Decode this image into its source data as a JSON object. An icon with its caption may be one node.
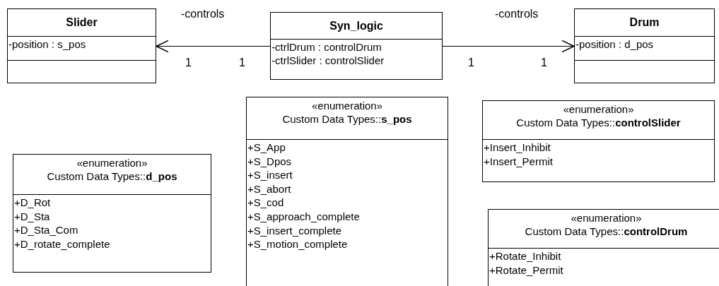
{
  "diagram": {
    "nodes": [
      {
        "text": [
          "Slider",
          "-position : s_pos"
        ]
      },
      {
        "text": [
          "Syn_logic",
          "-ctrlDrum : controlDrum",
          "-ctrlSlider : controlSlider"
        ]
      },
      {
        "text": [
          "Drum",
          "-position : d_pos"
        ]
      },
      {
        "text": [
          "«enumeration»",
          "Custom Data Types::**s_pos**",
          "+S_App",
          "+S_Dpos",
          "+S_insert",
          "+S_abort",
          "+S_cod",
          "+S_approach_complete",
          "+S_insert_complete",
          "+S_motion_complete"
        ]
      },
      {
        "text": [
          "«enumeration»",
          "Custom Data Types::**controlSlider**",
          "+Insert_Inhibit",
          "+Insert_Permit"
        ]
      },
      {
        "text": [
          "«enumeration»",
          "Custom Data Types::**d_pos**",
          "+D_Rot",
          "+D_Sta",
          "+D_Sta_Com",
          "+D_rotate_complete"
        ]
      },
      {
        "text": [
          "«enumeration»",
          "Custom Data Types::**controlDrum**",
          "+Rotate_Inhibit",
          "+Rotate_Permit"
        ]
      }
    ],
    "edges": [
      {
        "from": 1,
        "to": 0,
        "arrow": "to",
        "label": "-controls"
      },
      {
        "from": 1,
        "to": 2,
        "arrow": "to",
        "label": "-controls"
      }
    ],
    "labels": [
      "1",
      "1",
      "1",
      "1"
    ]
  }
}
